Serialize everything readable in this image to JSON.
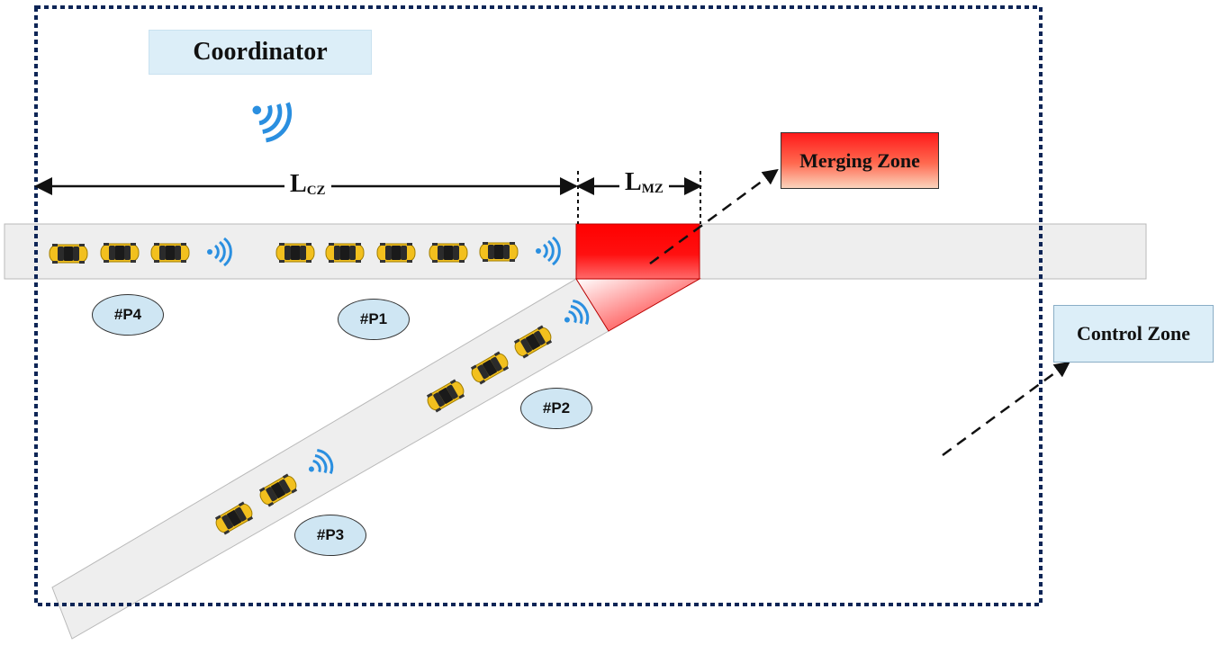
{
  "labels": {
    "coordinator": "Coordinator",
    "merging_zone": "Merging Zone",
    "control_zone": "Control Zone"
  },
  "dimensions": {
    "lcz_main": "L",
    "lcz_sub": "CZ",
    "lmz_main": "L",
    "lmz_sub": "MZ"
  },
  "platoons": {
    "p4": "#P4",
    "p1": "#P1",
    "p2": "#P2",
    "p3": "#P3"
  },
  "colors": {
    "boundary": "#0d2556",
    "road": "#eeeeee",
    "merge_zone_red": "#ff0000",
    "car_body": "#f2c01e",
    "wireless": "#2a8fe0"
  },
  "icons": [
    "wireless-signal-icon",
    "car-icon",
    "dashed-arrow"
  ]
}
